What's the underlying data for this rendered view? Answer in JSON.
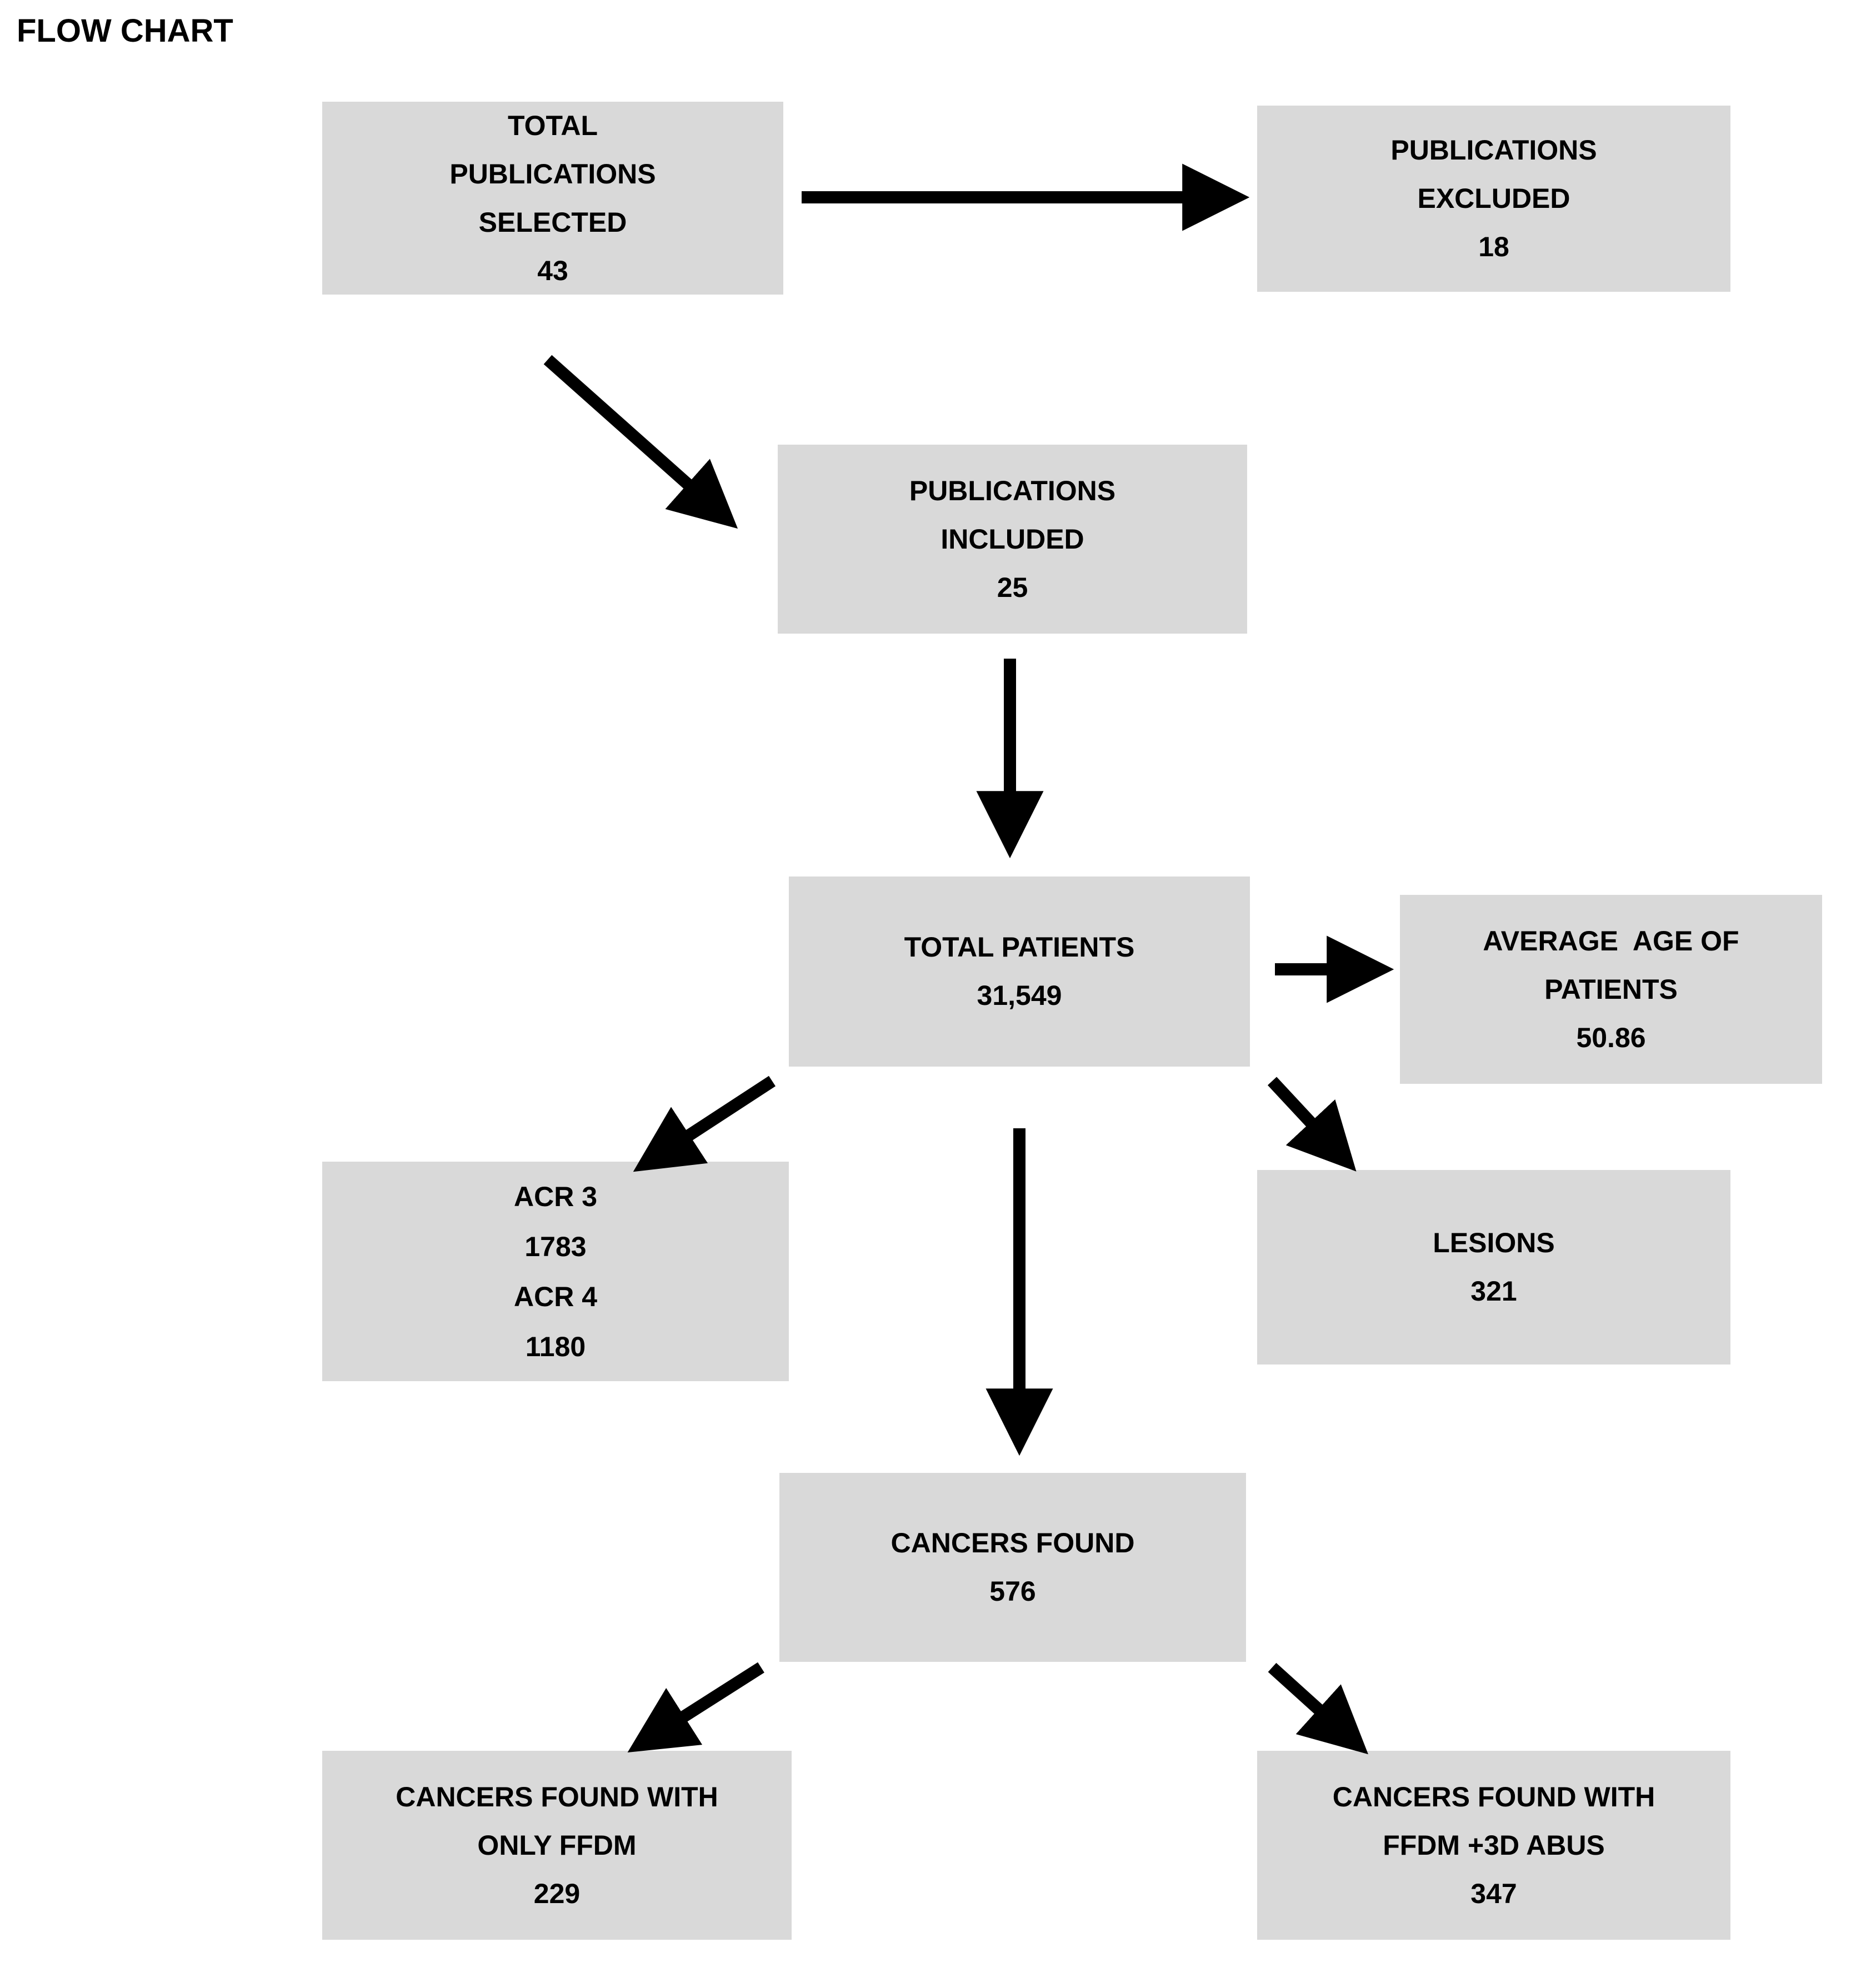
{
  "title": "FLOW CHART",
  "nodes": {
    "total_publications_selected": {
      "lines": [
        "TOTAL",
        "PUBLICATIONS",
        "SELECTED",
        "43"
      ]
    },
    "publications_excluded": {
      "lines": [
        "PUBLICATIONS",
        "EXCLUDED",
        "18"
      ]
    },
    "publications_included": {
      "lines": [
        "PUBLICATIONS",
        "INCLUDED",
        "25"
      ]
    },
    "total_patients": {
      "lines": [
        "TOTAL PATIENTS",
        "31,549"
      ]
    },
    "average_age_of_patients": {
      "lines": [
        "AVERAGE  AGE OF",
        "PATIENTS",
        "50.86"
      ]
    },
    "acr_groups": {
      "lines": [
        "ACR 3",
        "1783",
        "ACR 4",
        "1180"
      ]
    },
    "lesions": {
      "lines": [
        "LESIONS",
        "321"
      ]
    },
    "cancers_found": {
      "lines": [
        "CANCERS FOUND",
        "576"
      ]
    },
    "cancers_found_only_ffdm": {
      "lines": [
        "CANCERS FOUND WITH",
        "ONLY FFDM",
        "229"
      ]
    },
    "cancers_found_ffdm_3d_abus": {
      "lines": [
        "CANCERS FOUND WITH",
        "FFDM +3D ABUS",
        "347"
      ]
    }
  },
  "colors": {
    "box_fill": "#d9d9d9",
    "text": "#000000",
    "arrow": "#000000",
    "background": "#ffffff"
  }
}
